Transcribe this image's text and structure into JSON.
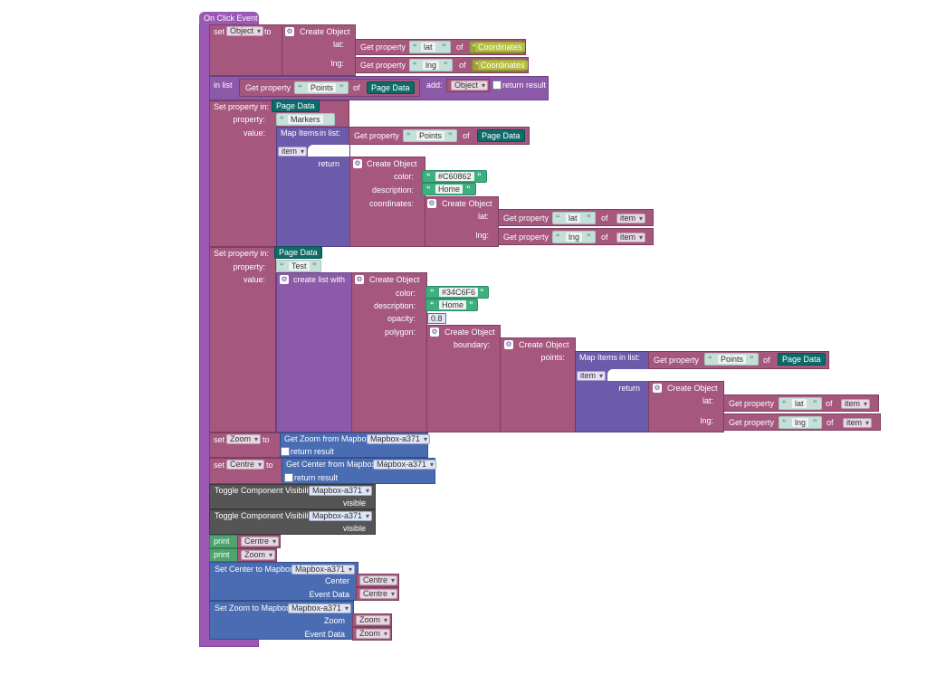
{
  "event": {
    "label": "On Click Event"
  },
  "words": {
    "set": "set",
    "to": "to",
    "lat": "lat:",
    "lng": "lng:",
    "in_list": "in list",
    "add": "add:",
    "return_result": "return result",
    "set_property_in": "Set property in:",
    "property": "property:",
    "value": "value:",
    "map_items": "Map Items",
    "in_list_colon": "in list:",
    "return": "return",
    "create_object": "Create Object",
    "get_property": "Get property",
    "of": "of",
    "color": "color:",
    "description": "description:",
    "coordinates": "coordinates:",
    "create_list_with": "create list with",
    "opacity": "opacity:",
    "polygon": "polygon:",
    "boundary": "boundary:",
    "points": "points:",
    "visible": "visible",
    "print": "print",
    "center": "Center",
    "zoom": "Zoom",
    "event_data": "Event Data"
  },
  "vars": {
    "object": "Object",
    "item": "item",
    "zoom": "Zoom",
    "centre": "Centre"
  },
  "strings": {
    "lat": "lat",
    "lng": "lng",
    "points": "Points",
    "markers": "Markers",
    "test": "Test",
    "color1": "#C60862",
    "color2": "#34C6F6",
    "home": "Home",
    "opacity": "0.8"
  },
  "objects": {
    "coordinates": "Coordinates",
    "page_data": "Page Data"
  },
  "mapbox": {
    "component": "Mapbox-a371",
    "get_zoom": "Get Zoom from Mapbox:",
    "get_center": "Get Center from Mapbox:",
    "toggle": "Toggle Component Visibility",
    "set_center": "Set Center to Mapbox:",
    "set_zoom": "Set Zoom to Mapbox:"
  }
}
